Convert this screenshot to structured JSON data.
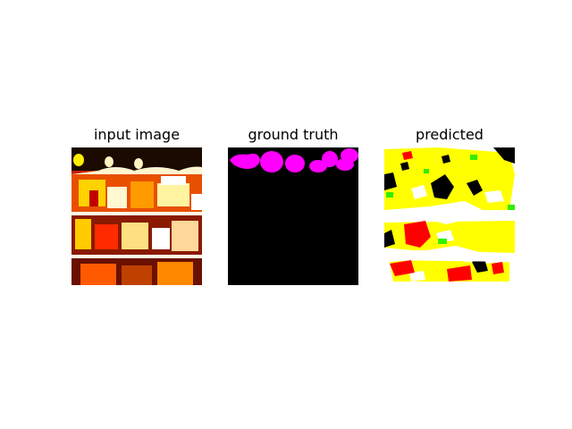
{
  "panels": [
    {
      "title": "input image"
    },
    {
      "title": "ground truth"
    },
    {
      "title": "predicted"
    }
  ],
  "colors": {
    "background": "#ffffff",
    "mask_foreground": "#ff00ff",
    "mask_background": "#000000",
    "pred_yellow": "#ffff00",
    "pred_red": "#ff0000",
    "pred_green": "#33ee00",
    "pred_white": "#ffffff",
    "pred_black": "#000000"
  }
}
